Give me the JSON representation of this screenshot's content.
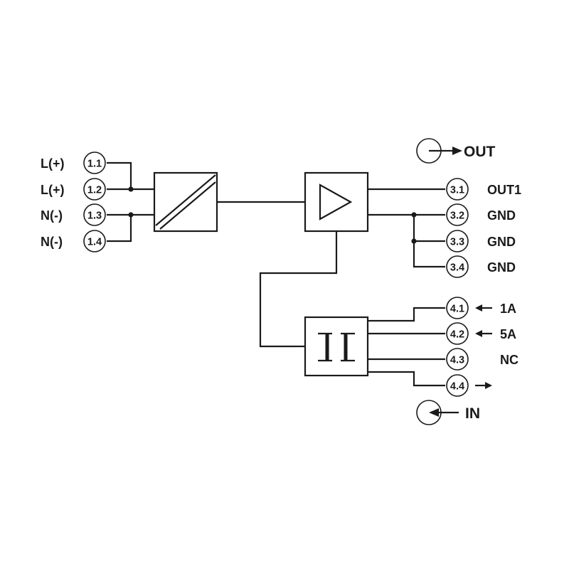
{
  "input_terminals": [
    {
      "id": "1.1",
      "label": "L(+)"
    },
    {
      "id": "1.2",
      "label": "L(+)"
    },
    {
      "id": "1.3",
      "label": "N(-)"
    },
    {
      "id": "1.4",
      "label": "N(-)"
    }
  ],
  "output_terminals": [
    {
      "id": "3.1",
      "label": "OUT1"
    },
    {
      "id": "3.2",
      "label": "GND"
    },
    {
      "id": "3.3",
      "label": "GND"
    },
    {
      "id": "3.4",
      "label": "GND"
    }
  ],
  "input4_terminals": [
    {
      "id": "4.1",
      "label": "1A"
    },
    {
      "id": "4.2",
      "label": "5A"
    },
    {
      "id": "4.3",
      "label": "NC"
    },
    {
      "id": "4.4",
      "label": ""
    }
  ],
  "legend": {
    "out_label": "OUT",
    "in_label": "IN"
  }
}
